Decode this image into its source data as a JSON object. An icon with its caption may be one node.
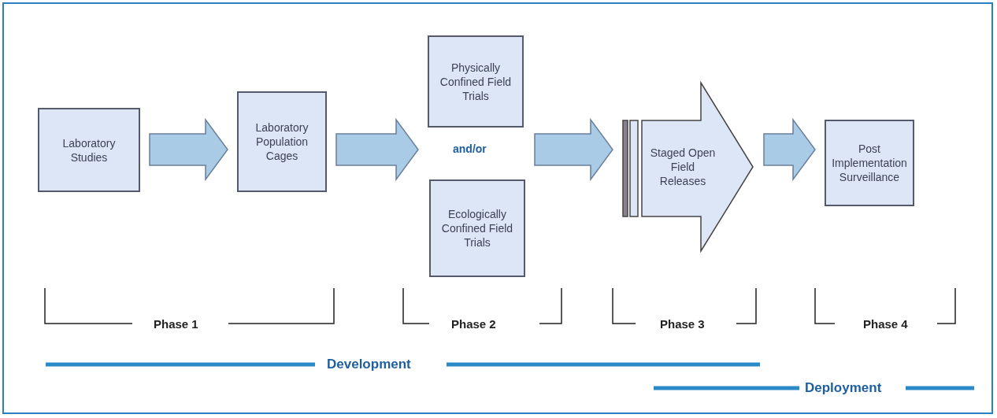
{
  "diagram": {
    "nodes": [
      {
        "text": [
          "Laboratory Studies"
        ]
      },
      {
        "text": [
          "Laboratory Population Cages"
        ]
      },
      {
        "text": [
          "Physically Confined Field Trials"
        ]
      },
      {
        "text": [
          "Ecologically Confined Field Trials"
        ]
      },
      {
        "text": [
          "Staged Open Field Releases"
        ]
      },
      {
        "text": [
          "Post Implementation Surveillance"
        ]
      }
    ],
    "edges": [
      {
        "from": 0,
        "to": 1,
        "arrow": "to"
      },
      {
        "from": 1,
        "to": 2,
        "arrow": "to"
      },
      {
        "from": 1,
        "to": 3,
        "arrow": "to"
      },
      {
        "from": 2,
        "to": 4,
        "arrow": "to"
      },
      {
        "from": 3,
        "to": 4,
        "arrow": "to"
      },
      {
        "from": 4,
        "to": 5,
        "arrow": "to"
      }
    ],
    "labels": [
      "and/or",
      "Phase 1",
      "Phase 2",
      "Phase 3",
      "Phase 4",
      "Development",
      "Deployment"
    ]
  }
}
